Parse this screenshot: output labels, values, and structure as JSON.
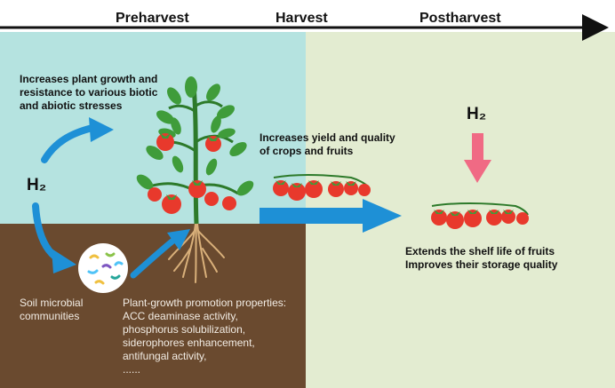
{
  "timeline": {
    "preharvest": "Preharvest",
    "harvest": "Harvest",
    "postharvest": "Postharvest"
  },
  "labels": {
    "h2_left": "H₂",
    "h2_right": "H₂",
    "plant_benefit": [
      "Increases plant growth and",
      "resistance to various biotic",
      "and abiotic stresses"
    ],
    "yield_benefit": [
      "Increases yield and quality",
      "of crops and fruits"
    ],
    "postharvest_benefit": [
      "Extends the shelf life of fruits",
      "Improves their storage quality"
    ],
    "soil_microbes": [
      "Soil microbial",
      "communities"
    ],
    "promotion_properties": [
      "Plant-growth promotion properties:",
      "ACC deaminase activity,",
      "phosphorus solubilization,",
      "siderophores enhancement,",
      "antifungal activity,",
      "......"
    ]
  },
  "colors": {
    "sky": "#b5e3e0",
    "soil": "#6a4a2f",
    "postharvest_bg": "#e3ecd1",
    "arrow_blue": "#1e90d6",
    "arrow_pink": "#f06a84",
    "tomato": "#e8392c",
    "leaf": "#3f9c3a",
    "stem": "#2d7a2a"
  }
}
